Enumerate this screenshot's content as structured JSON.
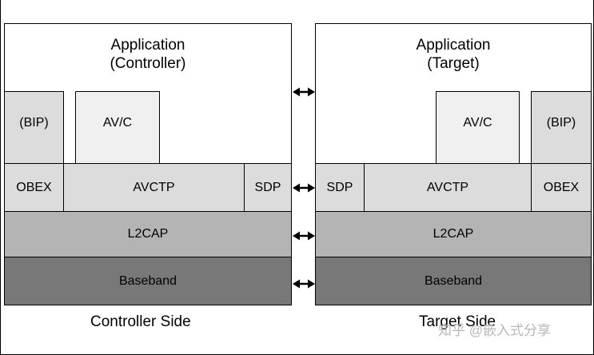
{
  "colors": {
    "application": "#ffffff",
    "avc": "#f0f0f0",
    "profile": "#dcdcdc",
    "l2cap": "#b4b4b4",
    "baseband": "#787878",
    "arrow": "#000000"
  },
  "controller": {
    "app_line1": "Application",
    "app_line2": "(Controller)",
    "bip": "(BIP)",
    "avc": "AV/C",
    "obex": "OBEX",
    "avctp": "AVCTP",
    "sdp": "SDP",
    "l2cap": "L2CAP",
    "baseband": "Baseband",
    "caption": "Controller Side"
  },
  "target": {
    "app_line1": "Application",
    "app_line2": "(Target)",
    "avc": "AV/C",
    "bip": "(BIP)",
    "sdp": "SDP",
    "avctp": "AVCTP",
    "obex": "OBEX",
    "l2cap": "L2CAP",
    "baseband": "Baseband",
    "caption": "Target Side"
  },
  "watermark": "知乎 @嵌入式分享"
}
